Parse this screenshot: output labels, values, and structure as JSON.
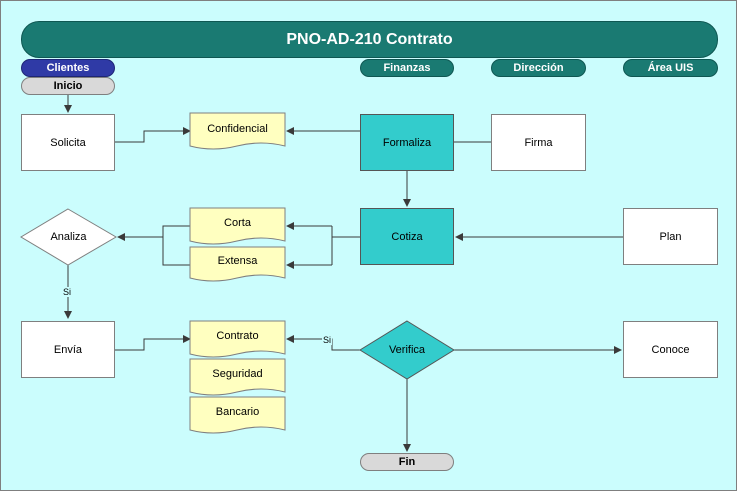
{
  "title": "PNO-AD-210 Contrato",
  "lanes": {
    "clientes": "Clientes",
    "finanzas": "Finanzas",
    "direccion": "Dirección",
    "area_uis": "Área UIS"
  },
  "terminals": {
    "start": "Inicio",
    "end": "Fin"
  },
  "processes": {
    "solicita": "Solicita",
    "formaliza": "Formaliza",
    "firma": "Firma",
    "cotiza": "Cotiza",
    "plan": "Plan",
    "envia": "Envía",
    "conoce": "Conoce"
  },
  "decisions": {
    "analiza": "Analiza",
    "verifica": "Verifica"
  },
  "documents": {
    "confidencial": "Confidencial",
    "corta": "Corta",
    "extensa": "Extensa",
    "contrato": "Contrato",
    "seguridad": "Seguridad",
    "bancario": "Bancario"
  },
  "connector_labels": {
    "analiza_si": "Si",
    "verifica_si": "Si"
  },
  "colors": {
    "background": "#cbfdfd",
    "title_fill": "#1a7a72",
    "clientes_lane": "#2f3aa6",
    "highlight_process": "#33cccc",
    "document_fill": "#ffffc0",
    "terminal_fill": "#d9d9d9"
  }
}
